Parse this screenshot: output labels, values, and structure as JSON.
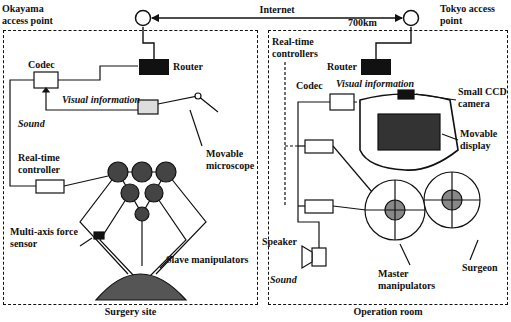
{
  "diagram": {
    "nodes": [
      {
        "text": [
          "Okayama access point"
        ]
      },
      {
        "text": [
          "Tokyo access point"
        ]
      },
      {
        "text": [
          "Surgery site"
        ]
      },
      {
        "text": [
          "Operation room"
        ]
      },
      {
        "text": [
          "Router"
        ],
        "in": 2
      },
      {
        "text": [
          "Router"
        ],
        "in": 3
      }
    ],
    "edges": [
      {
        "from": 0,
        "to": 1,
        "label": "Internet",
        "arrow": "both"
      },
      {
        "from": 0,
        "to": 4,
        "arrow": "none"
      },
      {
        "from": 1,
        "to": 5,
        "arrow": "none"
      }
    ],
    "labels": [
      "700km",
      "Codec",
      "Visual information",
      "Sound",
      "Real-time controller",
      "Movable microscope",
      "Multi-axis force sensor",
      "Slave manipulators",
      "Real-time controllers",
      "Codec",
      "Visual information",
      "Small CCD camera",
      "Movable display",
      "Speaker",
      "Sound",
      "Master manipulators",
      "Surgeon"
    ]
  }
}
